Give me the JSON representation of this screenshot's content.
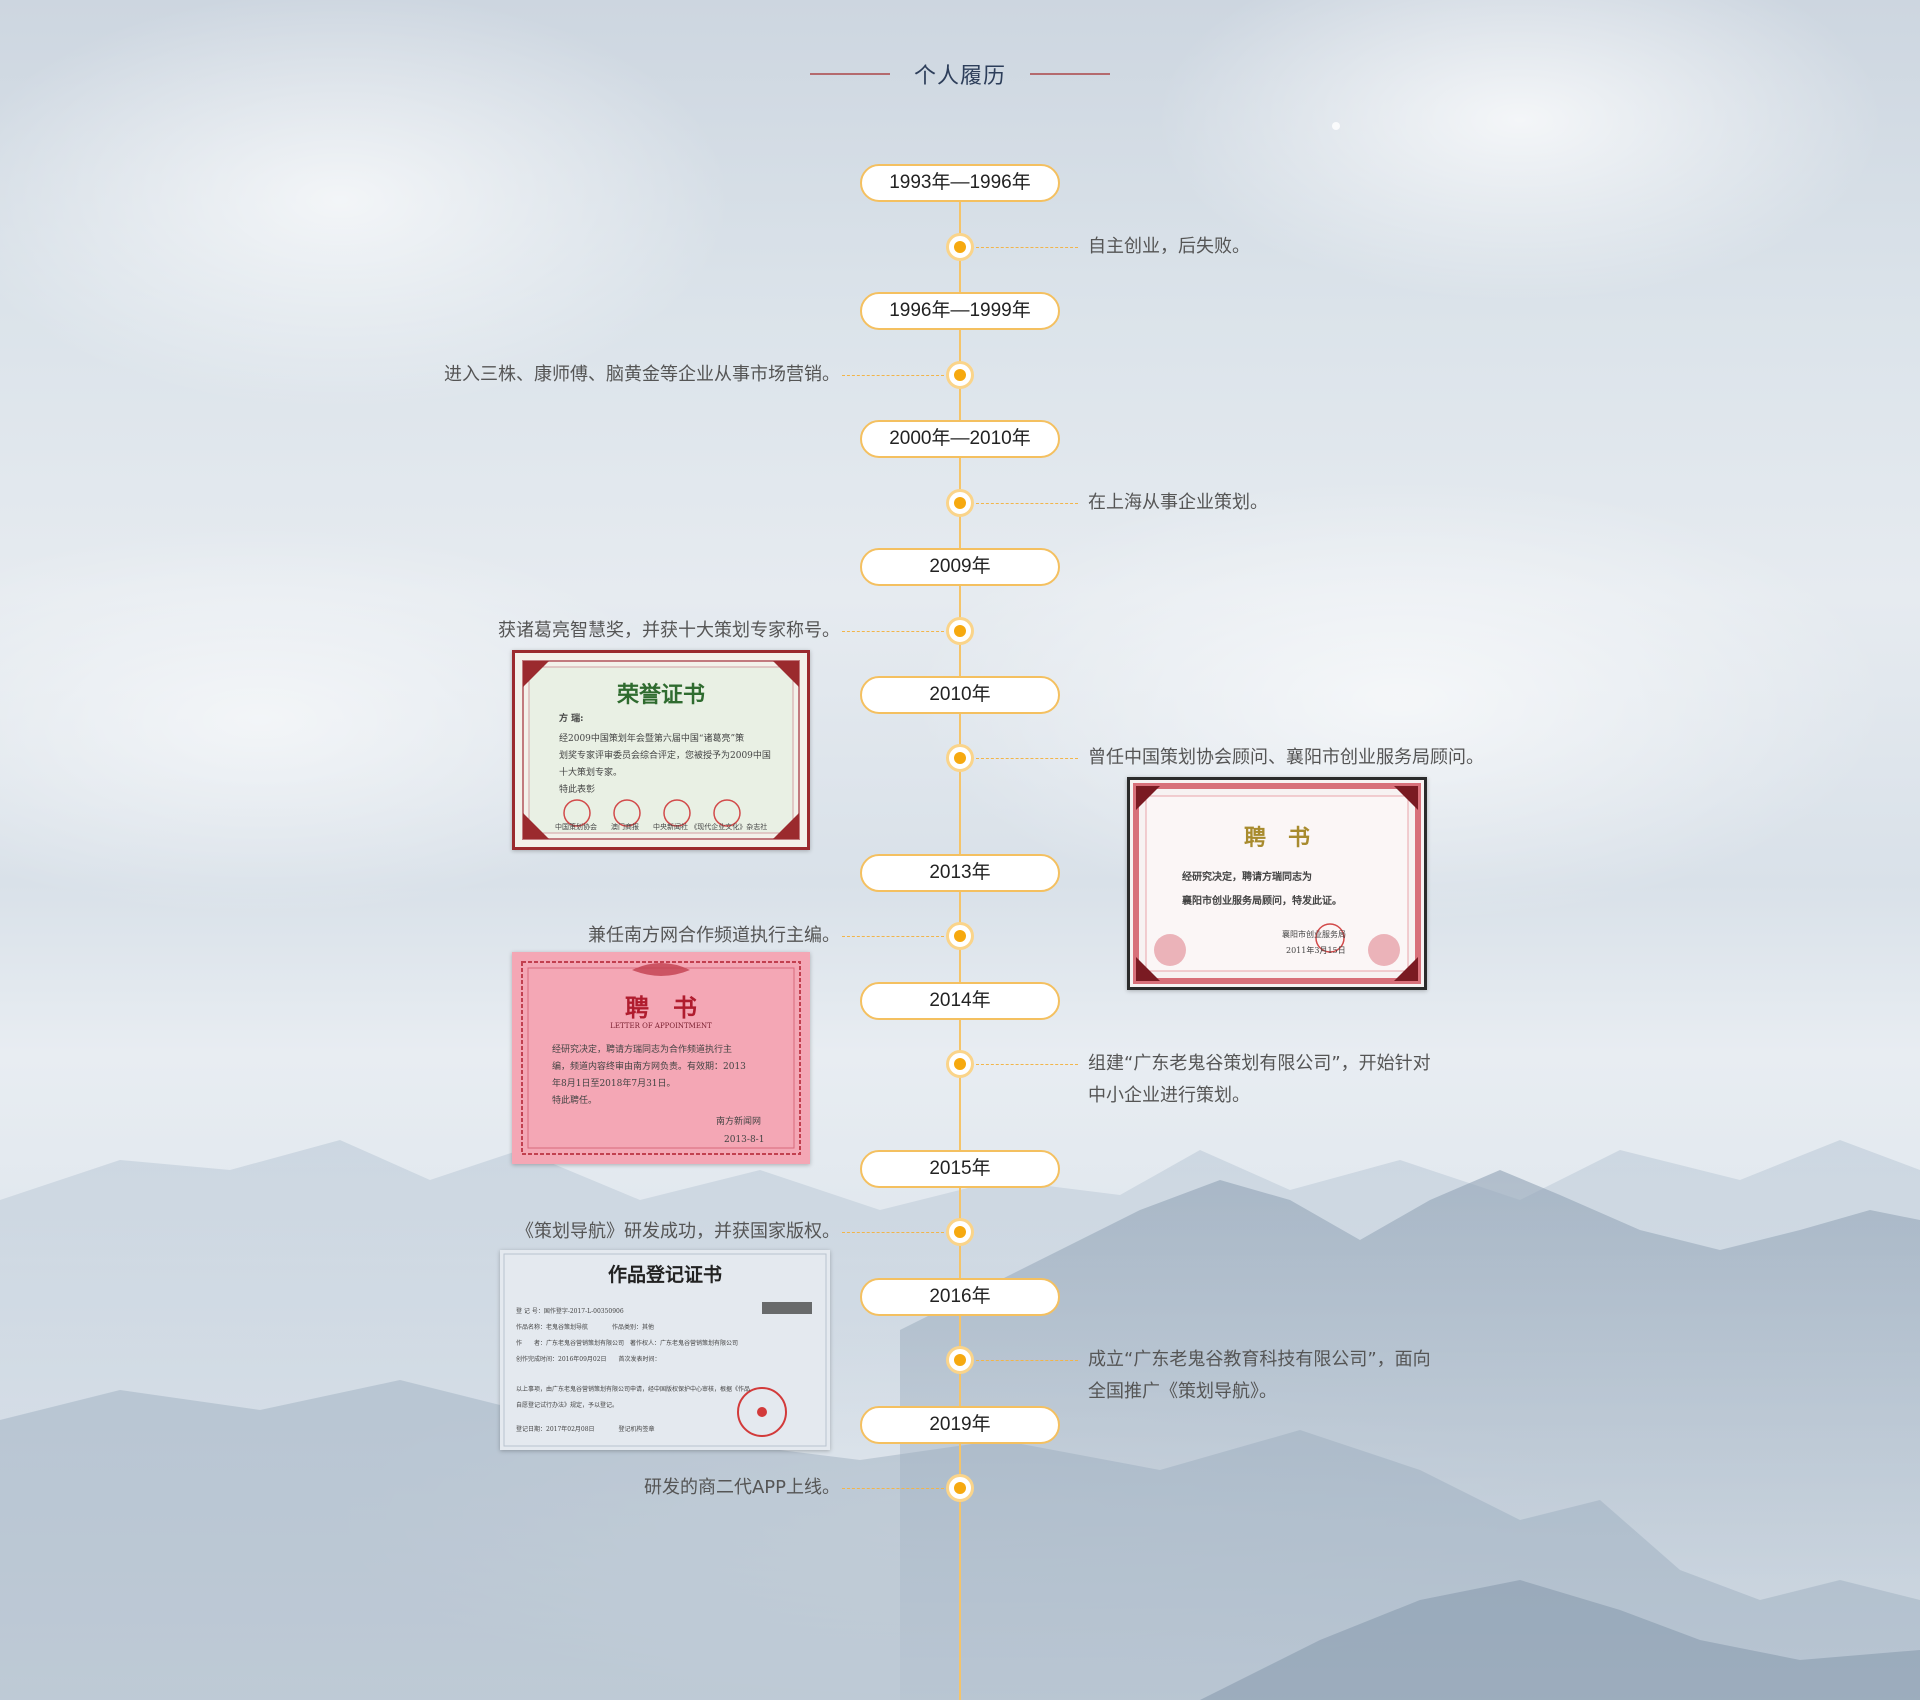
{
  "section": {
    "title": "个人履历"
  },
  "timeline": [
    {
      "year": "1993年—1996年",
      "event": [
        "自主创业，后失败。"
      ],
      "side": "right"
    },
    {
      "year": "1996年—1999年",
      "event": [
        "进入三株、康师傅、脑黄金等企业从事市场营销。"
      ],
      "side": "left"
    },
    {
      "year": "2000年—2010年",
      "event": [
        "在上海从事企业策划。"
      ],
      "side": "right"
    },
    {
      "year": "2009年",
      "event": [
        "获诸葛亮智慧奖，并获十大策划专家称号。"
      ],
      "side": "left"
    },
    {
      "year": "2010年",
      "event": [
        "曾任中国策划协会顾问、襄阳市创业服务局顾问。"
      ],
      "side": "right"
    },
    {
      "year": "2013年",
      "event": [
        "兼任南方网合作频道执行主编。"
      ],
      "side": "left"
    },
    {
      "year": "2014年",
      "event": [
        "组建“广东老鬼谷策划有限公司”，开始针对",
        "中小企业进行策划。"
      ],
      "side": "right"
    },
    {
      "year": "2015年",
      "event": [
        "《策划导航》研发成功，并获国家版权。"
      ],
      "side": "left"
    },
    {
      "year": "2016年",
      "event": [
        "成立“广东老鬼谷教育科技有限公司”，面向",
        "全国推广《策划导航》。"
      ],
      "side": "right"
    },
    {
      "year": "2019年",
      "event": [
        "研发的商二代APP上线。"
      ],
      "side": "left"
    }
  ],
  "certificates": {
    "honor": {
      "title": "荣誉证书",
      "name_line": "方 瑞:",
      "body": [
        "经2009中国策划年会暨第六届中国“诸葛亮”策",
        "划奖专家评审委员会综合评定，您被授予为2009中国",
        "十大策划专家。",
        "特此表彰"
      ],
      "issuers": "中国策划协会　　澳门商报　　中央新闻社 《现代企业文化》杂志社"
    },
    "xiangyang": {
      "title": "聘　书",
      "body": [
        "经研究决定，聘请方瑞同志为",
        "襄阳市创业服务局顾问，特发此证。"
      ],
      "issuer": "襄阳市创业服务局",
      "date": "2011年3月15日"
    },
    "nanfang": {
      "title": "聘　书",
      "subtitle": "LETTER OF APPOINTMENT",
      "body": [
        "经研究决定，聘请方瑞同志为合作频道执行主",
        "编，频道内容终审由南方网负责。有效期：2013",
        "年8月1日至2018年7月31日。",
        "特此聘任。"
      ],
      "issuer": "南方新闻网",
      "date": "2013-8-1"
    },
    "copyright": {
      "title": "作品登记证书",
      "rows": [
        "登 记 号：国作登字-2017-L-00350906",
        "作品名称：老鬼谷策划导航　　　　作品类别：其他",
        "作　　者：广东老鬼谷营销策划有限公司　著作权人：广东老鬼谷营销策划有限公司",
        "创作完成时间：2016年09月02日　　首次发表时间：",
        "以上事项，由广东老鬼谷营销策划有限公司申请，经中国版权保护中心审核，根据《作品",
        "自愿登记试行办法》规定，予以登记。",
        "登记日期：2017年02月08日　　　　登记机构签章"
      ]
    }
  },
  "colors": {
    "accent": "#f6a90f",
    "line": "#f5c469",
    "title": "#2d3e5a",
    "title_rule": "#b46a6e"
  }
}
